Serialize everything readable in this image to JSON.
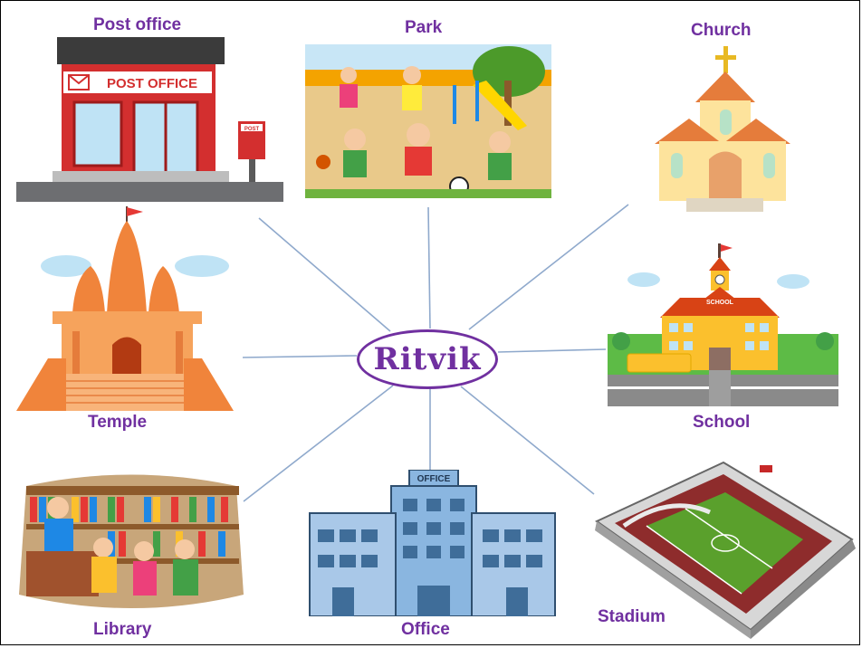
{
  "diagram": {
    "center": "Ritvik",
    "nodes": [
      {
        "id": "post-office",
        "label": "Post office",
        "sign": "POST OFFICE",
        "box_sign": "POST"
      },
      {
        "id": "park",
        "label": "Park"
      },
      {
        "id": "church",
        "label": "Church"
      },
      {
        "id": "temple",
        "label": "Temple"
      },
      {
        "id": "school",
        "label": "School",
        "sign": "SCHOOL"
      },
      {
        "id": "library",
        "label": "Library"
      },
      {
        "id": "office",
        "label": "Office",
        "sign": "OFFICE"
      },
      {
        "id": "stadium",
        "label": "Stadium"
      }
    ]
  },
  "colors": {
    "label": "#7030a0",
    "connector": "#8fa9cc"
  }
}
